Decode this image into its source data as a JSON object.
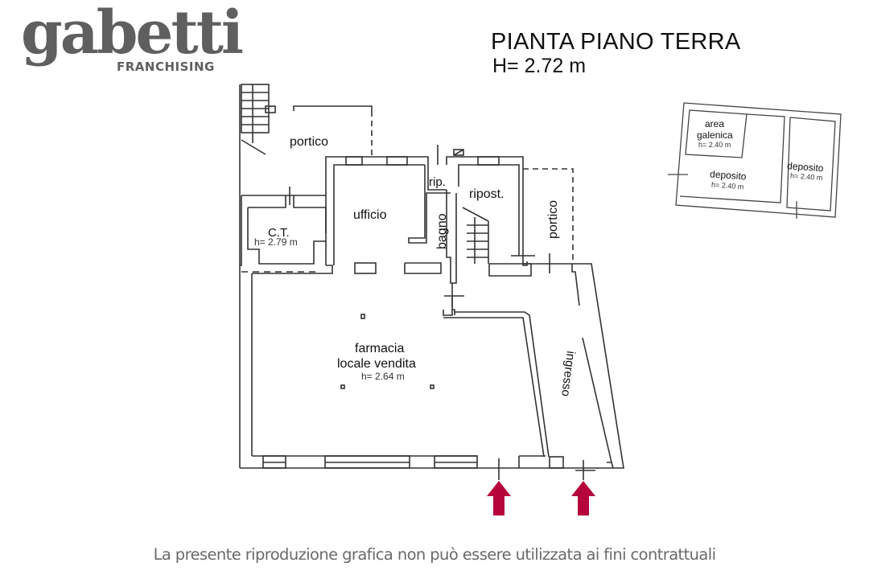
{
  "brand": {
    "name": "gabetti",
    "tagline": "FRANCHISING",
    "color": "#5f5f5f"
  },
  "header": {
    "title": "PIANTA PIANO TERRA",
    "height": "H= 2.72 m"
  },
  "rooms": {
    "portico_top": {
      "label": "portico"
    },
    "ct": {
      "label": "C.T.",
      "height": "h= 2.79 m"
    },
    "ufficio": {
      "label": "ufficio"
    },
    "rip": {
      "label": "rip."
    },
    "bagno": {
      "label": "bagno"
    },
    "ripost": {
      "label": "ripost."
    },
    "portico_right": {
      "label": "portico"
    },
    "farmacia": {
      "label_line1": "farmacia",
      "label_line2": "locale vendita",
      "height": "h= 2.64 m"
    },
    "ingresso": {
      "label": "ingresso"
    }
  },
  "annex": {
    "area_galenica": {
      "label_line1": "area",
      "label_line2": "galenica",
      "height": "h= 2.40 m"
    },
    "deposito_left": {
      "label": "deposito",
      "height": "h= 2.40 m"
    },
    "deposito_right": {
      "label": "deposito",
      "height": "h= 2.40 m"
    }
  },
  "entrances": {
    "arrow_color": "#b5053a",
    "count": 2
  },
  "footer": {
    "disclaimer": "La presente riproduzione grafica non può essere utilizzata ai fini contrattuali"
  }
}
